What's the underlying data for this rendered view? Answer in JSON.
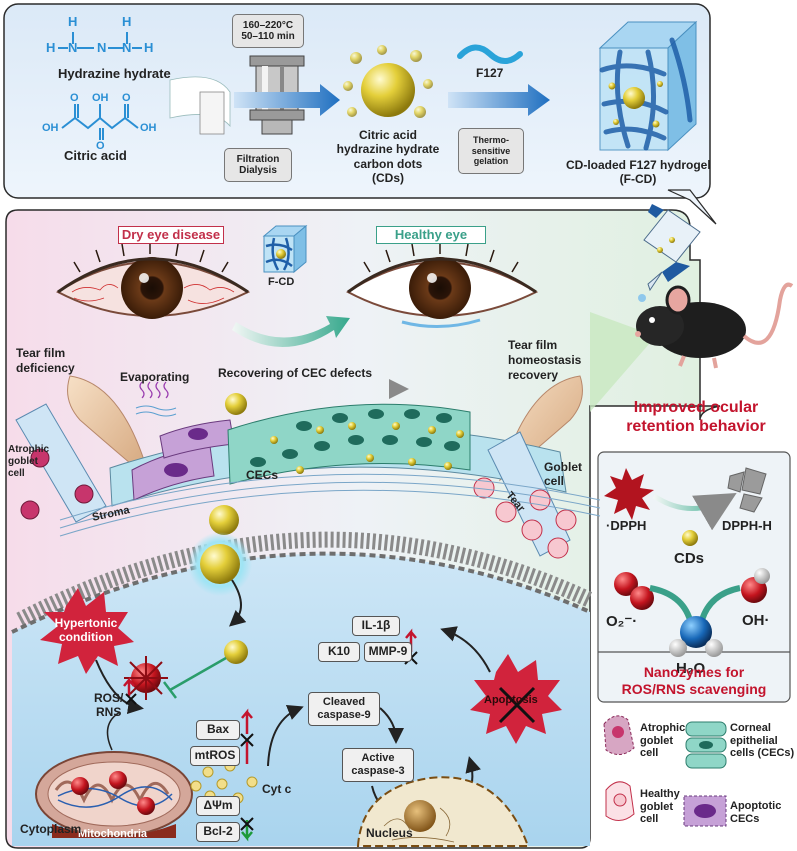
{
  "synthesis": {
    "hydrazine_label": "Hydrazine hydrate",
    "citric_label": "Citric acid",
    "conditions_line1": "160–220°C",
    "conditions_line2": "50–110 min",
    "filtration_line1": "Filtration",
    "filtration_line2": "Dialysis",
    "cd_line1": "Citric acid",
    "cd_line2": "hydrazine hydrate",
    "cd_line3": "carbon dots",
    "cd_line4": "(CDs)",
    "f127_label": "F127",
    "thermo_line1": "Thermo-",
    "thermo_line2": "sensitive",
    "thermo_line3": "gelation",
    "hydrogel_line1": "CD-loaded F127 hydrogel",
    "hydrogel_line2": "(F-CD)",
    "atoms": {
      "h": "H",
      "n": "N",
      "oh": "OH",
      "o": "O"
    }
  },
  "eye": {
    "dry_eye_label": "Dry eye disease",
    "healthy_eye_label": "Healthy eye",
    "fcd_label": "F-CD",
    "tear_deficiency_line1": "Tear film",
    "tear_deficiency_line2": "deficiency",
    "tear_recovery_line1": "Tear film",
    "tear_recovery_line2": "homeostasis",
    "tear_recovery_line3": "recovery",
    "evaporating_label": "Evaporating",
    "recovering_label": "Recovering of CEC defects",
    "cecs_label": "CECs",
    "stroma_label": "Stroma",
    "atrophic_goblet_line1": "Atrophic",
    "atrophic_goblet_line2": "goblet",
    "atrophic_goblet_line3": "cell",
    "goblet_line1": "Goblet",
    "goblet_line2": "cell",
    "tear_label": "Tear"
  },
  "cell": {
    "hypertonic_line1": "Hypertonic",
    "hypertonic_line2": "condition",
    "ros_line1": "ROS/",
    "ros_line2": "RNS",
    "bax": "Bax",
    "mtros": "mtROS",
    "delta_psi": "ΔΨm",
    "bcl2": "Bcl-2",
    "cytc": "Cyt c",
    "mitochondria": "Mitochondria",
    "cleaved_line1": "Cleaved",
    "cleaved_line2": "caspase-9",
    "active_line1": "Active",
    "active_line2": "caspase-3",
    "il1b": "IL-1β",
    "k10": "K10",
    "mmp9": "MMP-9",
    "apoptosis": "Apoptosis",
    "nucleus": "Nucleus",
    "cytoplasm": "Cytoplasm"
  },
  "retention": {
    "line1": "Improved ocular",
    "line2": "retention behavior"
  },
  "nanozyme": {
    "dpph": "·DPPH",
    "dpphh": "DPPH-H",
    "cds": "CDs",
    "superoxide": "O₂⁻·",
    "hydroxyl": "OH·",
    "water": "H₂O",
    "title_line1": "Nanozymes for",
    "title_line2": "ROS/RNS scavenging"
  },
  "legend": {
    "atrophic_line1": "Atrophic",
    "atrophic_line2": "goblet",
    "atrophic_line3": "cell",
    "healthy_line1": "Healthy",
    "healthy_line2": "goblet",
    "healthy_line3": "cell",
    "corneal_line1": "Corneal",
    "corneal_line2": "epithelial",
    "corneal_line3": "cells (CECs)",
    "apoptotic_line1": "Apoptotic",
    "apoptotic_line2": "CECs"
  },
  "colors": {
    "accent_red": "#c3142d",
    "accent_green": "#3aa089",
    "arrow_blue": "#1f6fc0",
    "gold": "#d8c028"
  }
}
